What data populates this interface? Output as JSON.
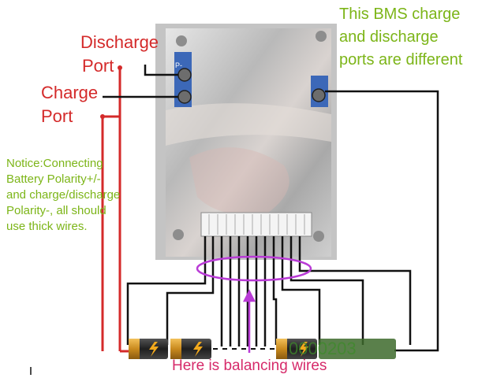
{
  "labels": {
    "discharge_line1": "Discharge",
    "discharge_line2": "Port",
    "charge_line1": "Charge",
    "charge_line2": "Port",
    "bms_note": [
      "This BMS charge",
      "and discharge",
      "ports are different"
    ],
    "notice": [
      "Notice:Connecting",
      "Battery Polarity+/-",
      "and charge/discharge",
      "Polarity-, all should",
      "use thick wires."
    ],
    "balancing": "Here is balancing wires",
    "board_mark": "P-",
    "watermark": "0000203"
  },
  "colors": {
    "port_label": "#d42a2a",
    "note_text": "#7cb518",
    "balancing_text": "#d62a6a",
    "ellipse": "#b93bd6",
    "pcb": "#c8c8c8",
    "battery_body": "#2b2b2b",
    "battery_cap": "#c98a1e"
  },
  "icons": [
    "battery-icon",
    "lightning-icon",
    "terminal-screw-icon",
    "connector-header-icon"
  ]
}
